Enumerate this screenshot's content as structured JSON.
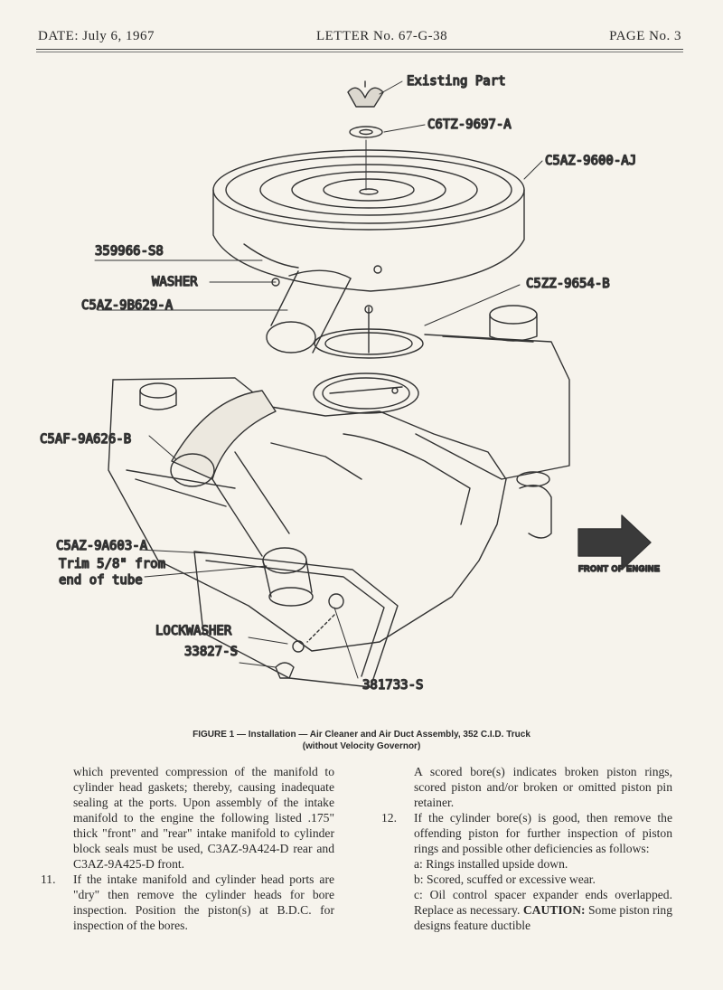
{
  "header": {
    "date": "DATE: July 6, 1967",
    "letter": "LETTER No. 67-G-38",
    "page": "PAGE No. 3"
  },
  "figure": {
    "labels": {
      "existing_part": "Existing Part",
      "c6tz": "C6TZ-9697-A",
      "c5az_9600": "C5AZ-9600-AJ",
      "p359966": "359966-S8",
      "washer": "WASHER",
      "c5az_9b629": "C5AZ-9B629-A",
      "c5zz": "C5ZZ-9654-B",
      "c5af": "C5AF-9A626-B",
      "c5az_9a603": "C5AZ-9A603-A",
      "trim_1": "Trim 5/8\" from",
      "trim_2": "end of tube",
      "lockwasher": "LOCKWASHER",
      "p33827": "33827-S",
      "p381733": "381733-S",
      "front": "FRONT OF ENGINE"
    }
  },
  "caption": {
    "line1": "FIGURE 1 — Installation — Air Cleaner and Air Duct Assembly, 352 C.I.D. Truck",
    "line2": "(without Velocity Governor)"
  },
  "body": {
    "left_para": "which prevented compression of the manifold to cylinder head gaskets; thereby, causing inadequate sealing at the ports. Upon assembly of the intake manifold to the engine the following listed .175\" thick \"front\" and \"rear\" intake manifold to cylinder block seals must be used, C3AZ-9A424-D rear and C3AZ-9A425-D front.",
    "item11_num": "11.",
    "item11_text": "If the intake manifold and cylinder head ports are \"dry\" then remove the cylinder heads for bore inspection. Position the piston(s) at B.D.C. for inspection of the bores.",
    "right_para": "A scored bore(s) indicates broken piston rings, scored piston and/or broken or omitted piston pin retainer.",
    "item12_num": "12.",
    "item12_text": "If the cylinder bore(s) is good, then remove the offending piston for further inspection of piston rings and possible other deficiencies as follows:",
    "sub_a": "a: Rings installed upside down.",
    "sub_b": "b: Scored, scuffed or excessive wear.",
    "sub_c": "c: Oil control spacer expander ends overlapped. Replace as necessary.",
    "caution_label": "CAUTION:",
    "caution_text": "Some piston ring designs feature ductible"
  }
}
